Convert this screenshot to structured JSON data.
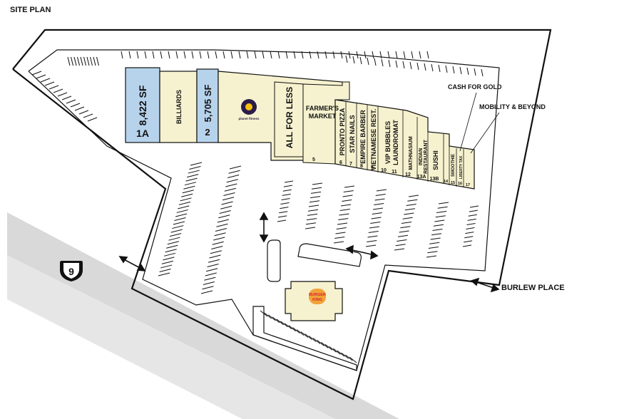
{
  "title": "SITE PLAN",
  "route_number": "9",
  "road_label": "BURLEW PLACE",
  "units": [
    {
      "id": "1A",
      "sf": "8,422 SF"
    },
    {
      "id": "2",
      "sf": "5,705 SF"
    }
  ],
  "tenants": {
    "billiards": "BILLIARDS",
    "planet_fitness": "planet fitness",
    "all_for_less": "ALL FOR LESS",
    "farmers_market": "FARMER'S MARKET",
    "farmers_market_line1": "FARMER'S",
    "farmers_market_line2": "MARKET",
    "pronto_pizza": "PRONTO PIZZA",
    "star_nails": "STAR NAILS",
    "empire_barber": "EMPIRE BARBER",
    "vietnamese_rest": "VIETNAMESE REST.",
    "vip_bubbles_1": "VIP BUBBLES",
    "vip_bubbles_2": "LAUNDROMAT",
    "mathnasium": "MATHNASIUM",
    "indian_1": "INDIAN",
    "indian_2": "RESTAURANT",
    "sushi": "SUSHI",
    "smoothie": "SMOOTHIE",
    "liberty_tax": "LIBERTY TAX",
    "cash_for_gold": "CASH FOR GOLD",
    "mobility": "MOBILITY & BEYOND",
    "burger_king_1": "BURGER",
    "burger_king_2": "KING"
  },
  "unit_numbers": {
    "u5": "5",
    "u6": "6",
    "u7": "7",
    "u8": "8",
    "u9": "9",
    "u10": "10",
    "u11": "11",
    "u12": "12",
    "u13a": "13A",
    "u13b": "13B",
    "u14": "14",
    "u15": "15",
    "u16": "16",
    "u17": "17"
  },
  "colors": {
    "leased_blue": "#b7d3ec",
    "tenant_cream": "#f6f2cf",
    "outline": "#111111",
    "highway": "#d9d9d9",
    "bk_orange": "#f2a33a",
    "bk_red": "#d22630"
  }
}
